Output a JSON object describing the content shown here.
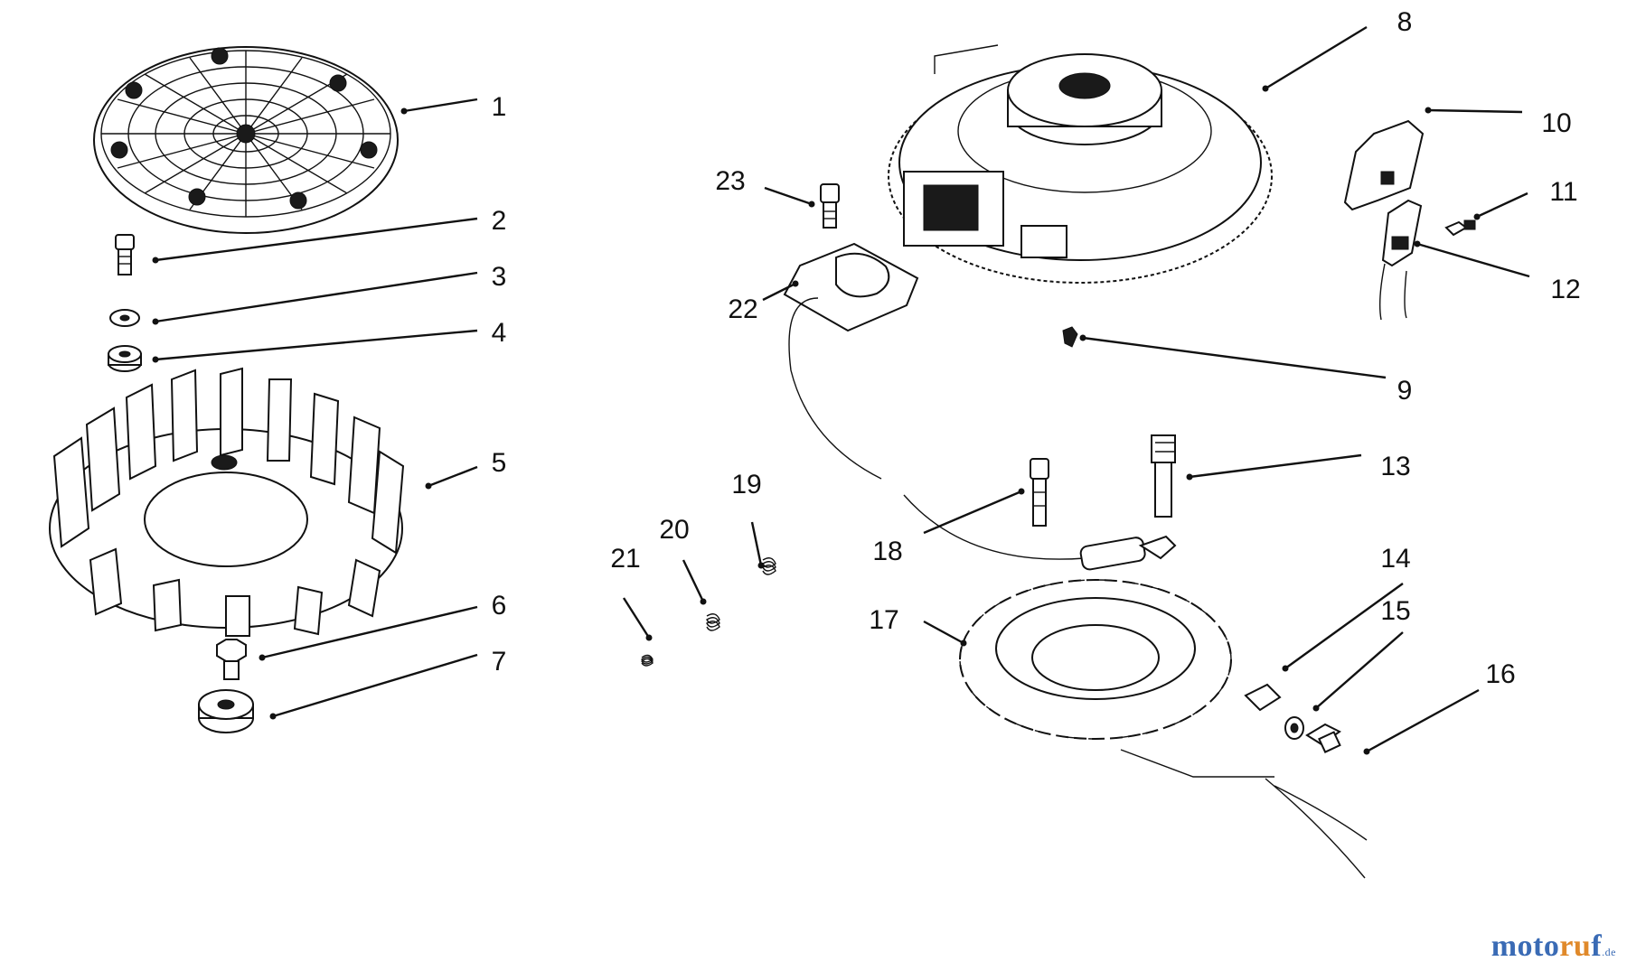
{
  "callouts": [
    "1",
    "2",
    "3",
    "4",
    "5",
    "6",
    "7",
    "8",
    "9",
    "10",
    "11",
    "12",
    "13",
    "14",
    "15",
    "16",
    "17",
    "18",
    "19",
    "20",
    "21",
    "22",
    "23"
  ],
  "watermark": {
    "part1": "moto",
    "part2": "ru",
    "part3": "f",
    "suffix": ".de"
  }
}
